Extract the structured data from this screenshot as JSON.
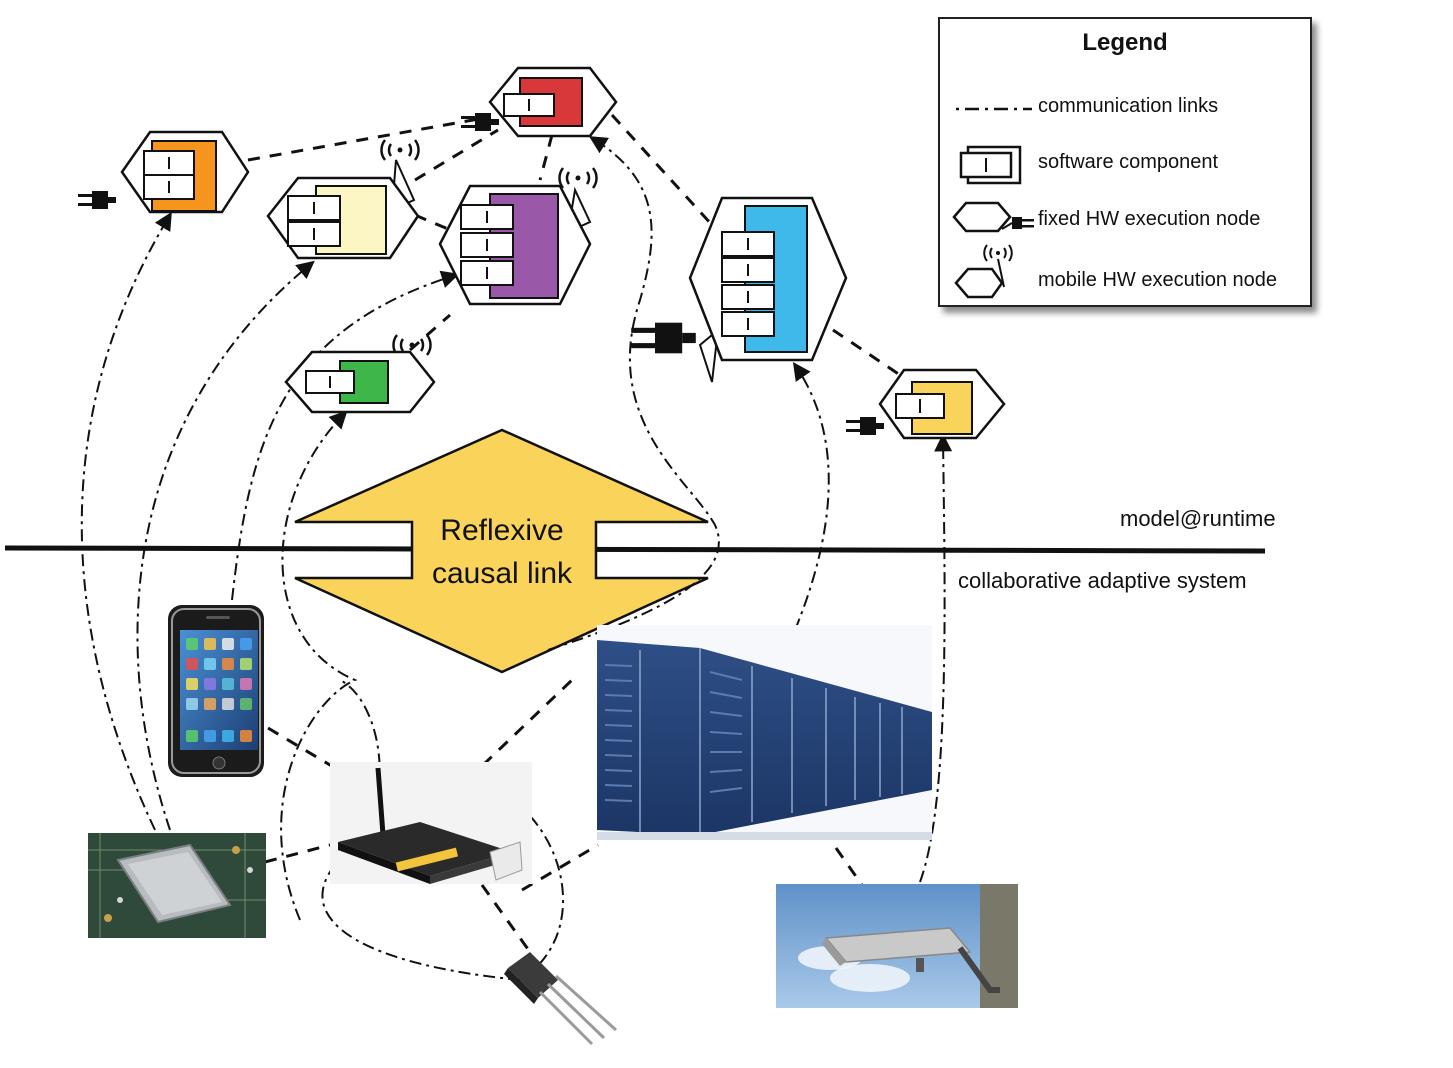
{
  "legend": {
    "title": "Legend",
    "items": [
      {
        "label": "communication links",
        "symbol": "dash-dot-line"
      },
      {
        "label": "software component",
        "symbol": "software-component-icon"
      },
      {
        "label": "fixed HW execution node",
        "symbol": "fixed-node-icon"
      },
      {
        "label": "mobile HW execution node",
        "symbol": "mobile-node-icon"
      }
    ]
  },
  "layers": {
    "upper": "model@runtime",
    "lower": "collaborative adaptive system"
  },
  "link": {
    "line1": "Reflexive",
    "line2": "causal link",
    "fill_color": "#f9d35a"
  },
  "nodes": [
    {
      "id": "orange",
      "color": "#f5951e",
      "components": 2,
      "kind": "fixed"
    },
    {
      "id": "red",
      "color": "#d9383a",
      "components": 1,
      "kind": "fixed"
    },
    {
      "id": "cream",
      "color": "#fbf6c4",
      "components": 2,
      "kind": "mobile"
    },
    {
      "id": "purple",
      "color": "#9a58a8",
      "components": 3,
      "kind": "mobile"
    },
    {
      "id": "green",
      "color": "#3fb64a",
      "components": 1,
      "kind": "mobile"
    },
    {
      "id": "blue",
      "color": "#3fb8ea",
      "components": 4,
      "kind": "fixed"
    },
    {
      "id": "yellow",
      "color": "#f9d35a",
      "components": 1,
      "kind": "fixed"
    }
  ],
  "devices": [
    "smartphone",
    "embedded board",
    "wifi router",
    "server racks",
    "transistor sensor",
    "surveillance camera"
  ]
}
